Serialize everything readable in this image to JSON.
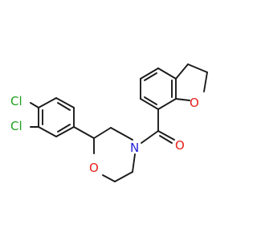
{
  "molecule": {
    "atoms": {
      "cl_upper": {
        "symbol": "Cl",
        "color": "#1fa01f"
      },
      "cl_lower": {
        "symbol": "Cl",
        "color": "#1fa01f"
      },
      "o_morpholine": {
        "symbol": "O",
        "color": "#e8201a"
      },
      "n_morpholine": {
        "symbol": "N",
        "color": "#2020d8"
      },
      "o_carbonyl": {
        "symbol": "O",
        "color": "#e8201a"
      },
      "o_furan": {
        "symbol": "O",
        "color": "#e8201a"
      }
    },
    "bond_color": "#1a1a1a"
  }
}
